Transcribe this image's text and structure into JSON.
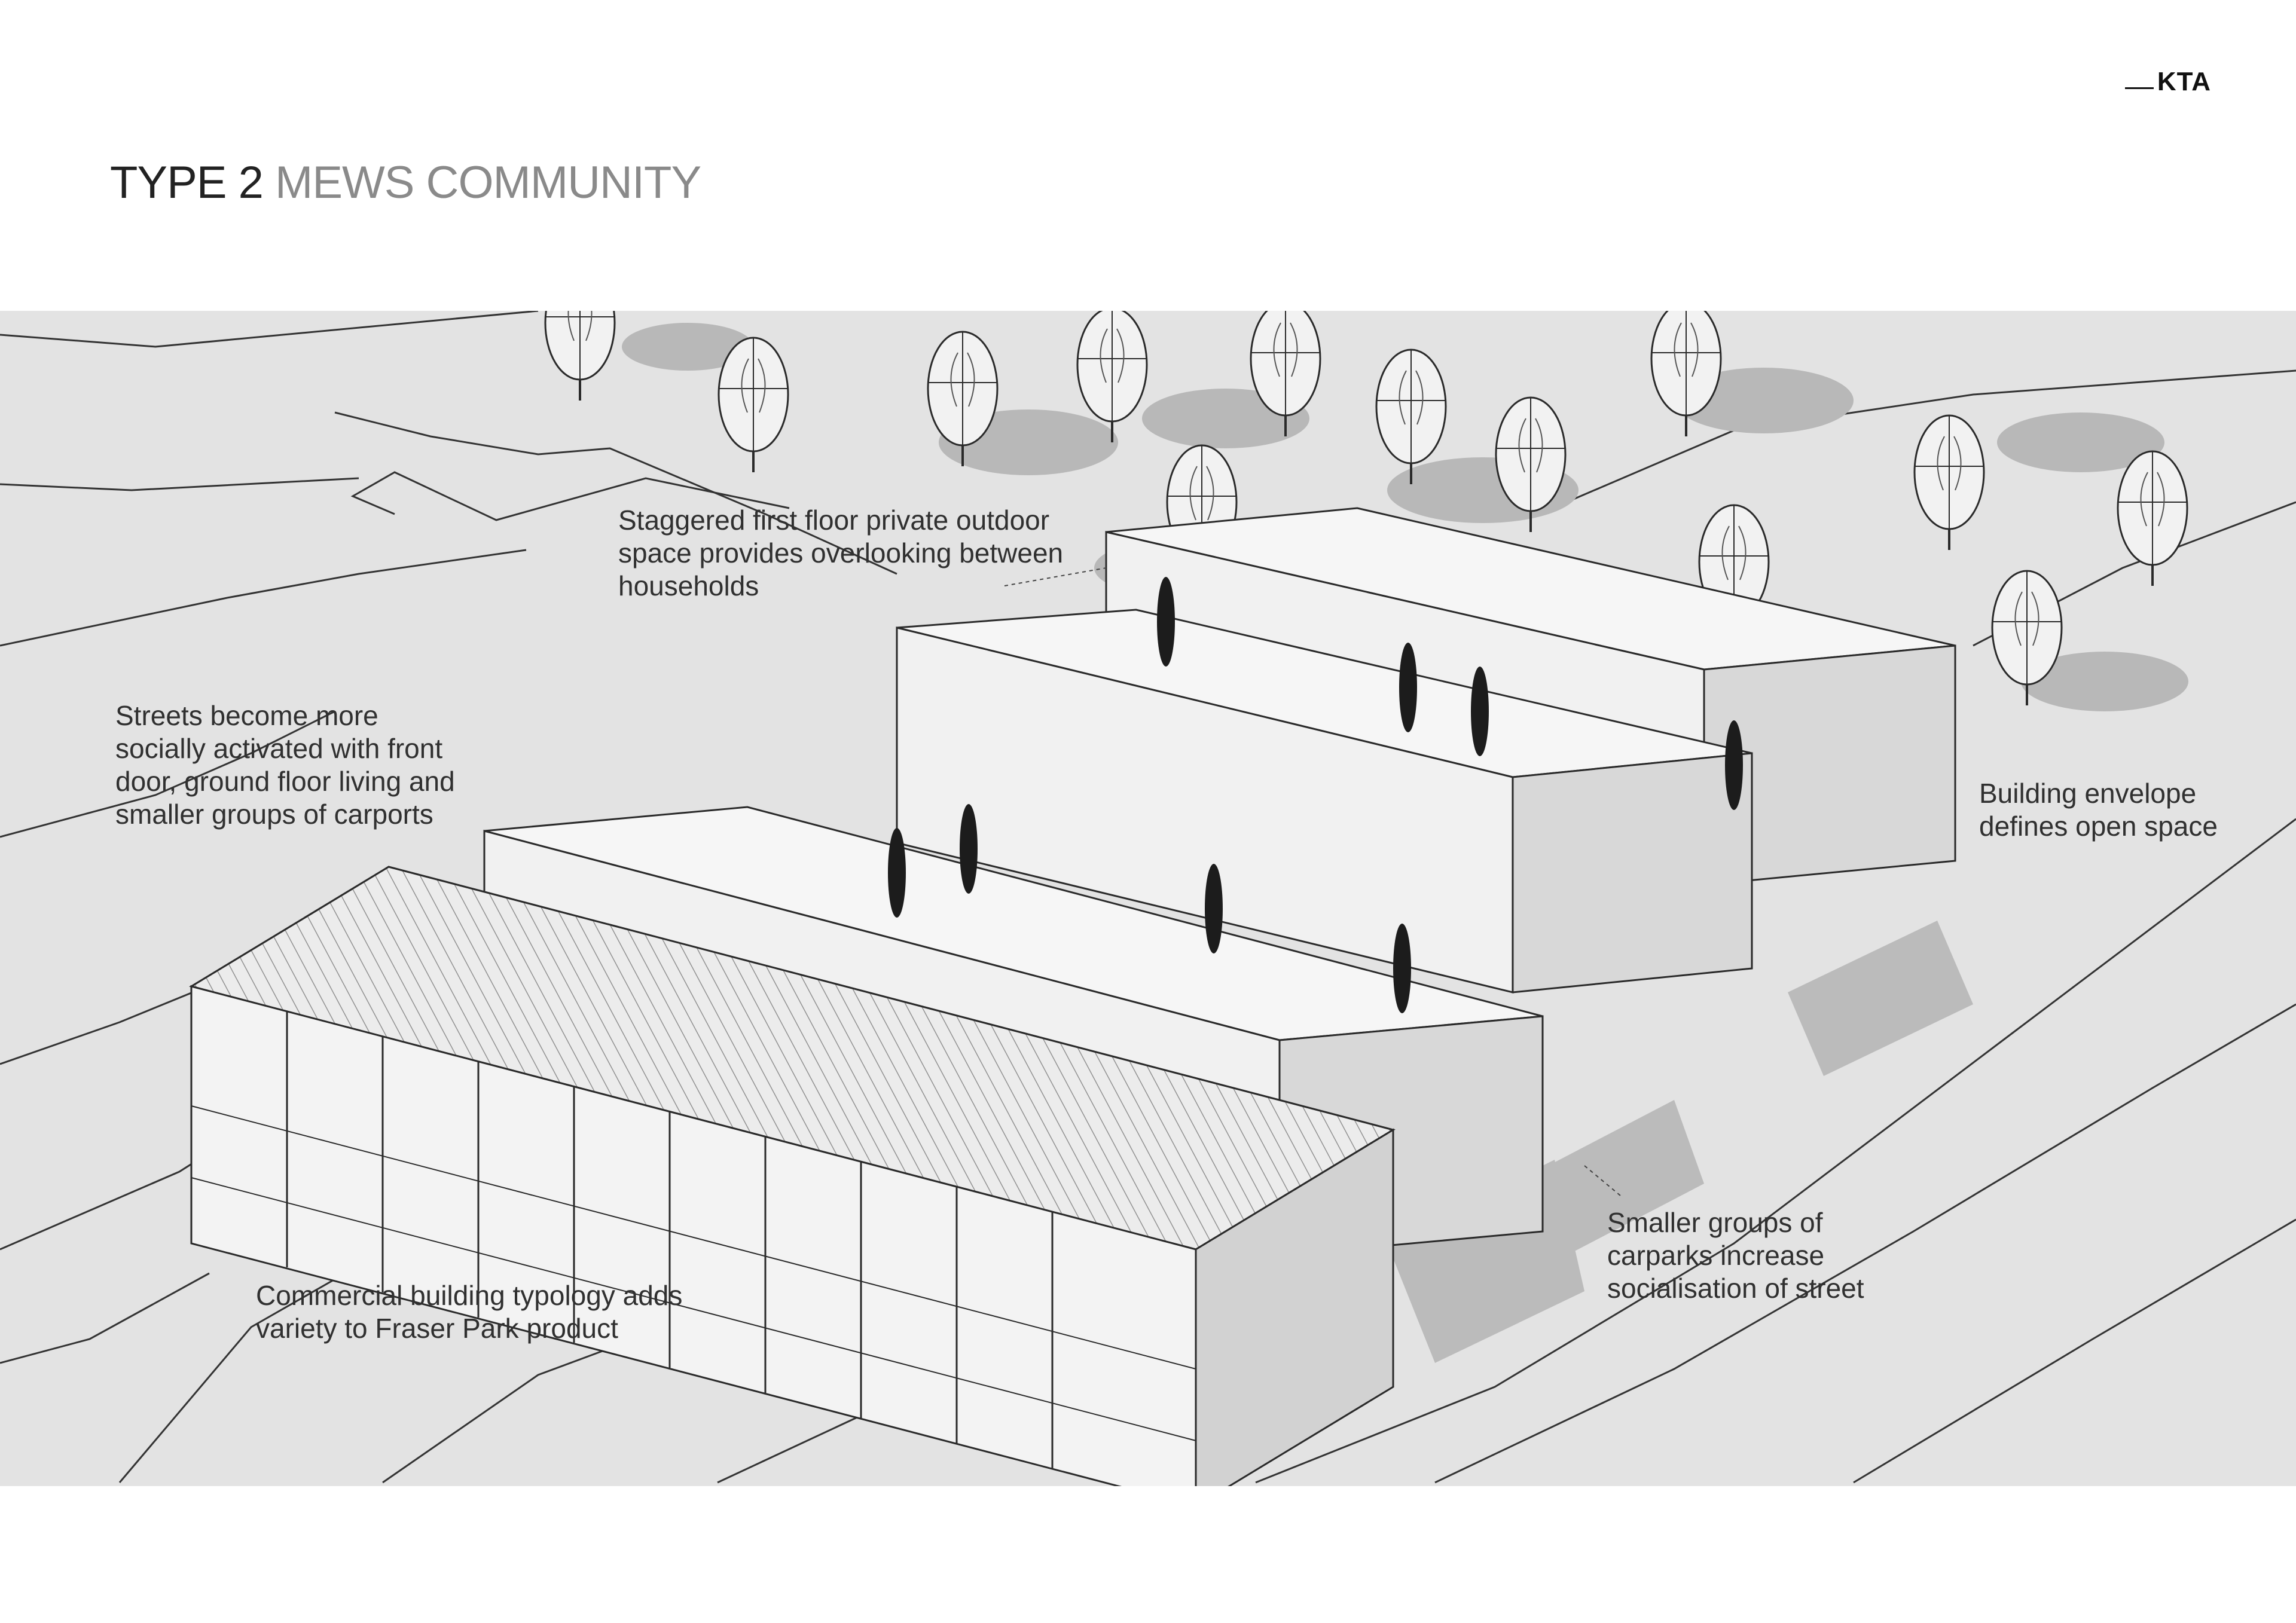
{
  "brand": {
    "logo_text": "KTA"
  },
  "title": {
    "type_label": "TYPE 2",
    "name": "MEWS COMMUNITY"
  },
  "annotations": [
    {
      "id": "staggered",
      "lines": [
        "Staggered first floor private outdoor",
        "space provides overlooking between",
        "households"
      ]
    },
    {
      "id": "streets",
      "lines": [
        "Streets become more",
        "socially activated with front",
        "door, ground floor living and",
        "smaller groups of carports"
      ]
    },
    {
      "id": "envelope",
      "lines": [
        "Building envelope",
        "defines open space"
      ]
    },
    {
      "id": "carparks",
      "lines": [
        "Smaller groups of",
        "carparks increase",
        "socialisation of street"
      ]
    },
    {
      "id": "commercial",
      "lines": [
        "Commercial building typology adds",
        "variety to Fraser Park product"
      ]
    }
  ],
  "colors": {
    "background": "#ffffff",
    "drawing_ground": "#e3e3e3",
    "block_face": "#f4f4f4",
    "block_side": "#d6d6d6",
    "line": "#2a2a2a",
    "shadow": "#b4b4b4",
    "title_dark": "#222222",
    "title_light": "#8a8a8a"
  }
}
